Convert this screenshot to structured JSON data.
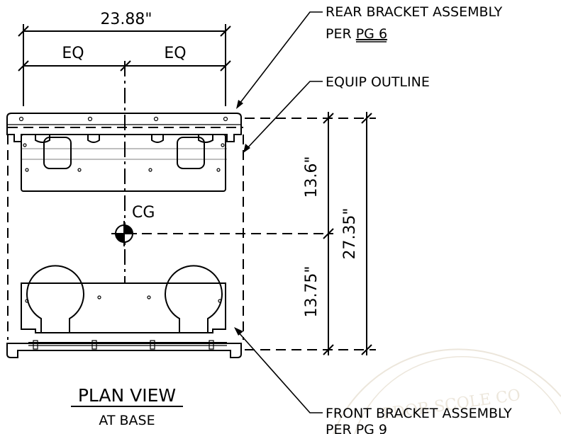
{
  "dimensions": {
    "overall_width": "23.88\"",
    "eq_left": "EQ",
    "eq_right": "EQ",
    "upper_depth": "13.6\"",
    "lower_depth": "13.75\"",
    "overall_depth": "27.35\""
  },
  "cg_label": "CG",
  "callouts": {
    "rear_bracket_line1": "REAR BRACKET ASSEMBLY",
    "rear_bracket_line2_prefix": "PER ",
    "rear_bracket_page": "PG 6",
    "equip_outline": "EQUIP OUTLINE",
    "front_bracket_line1": "FRONT BRACKET ASSEMBLY",
    "front_bracket_line2": "PER PG 9"
  },
  "view_title": "PLAN VIEW",
  "view_subtitle": "AT BASE",
  "watermark": "PDOR SCOLE CO"
}
